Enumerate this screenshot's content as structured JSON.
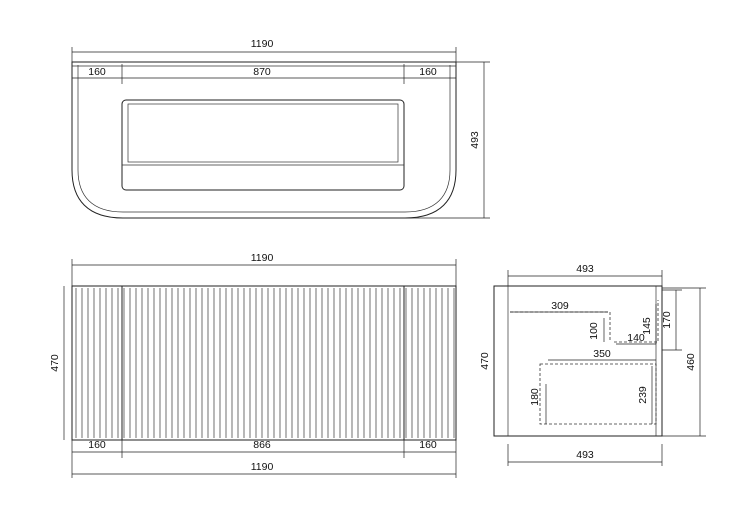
{
  "top_view": {
    "overall_width": "1190",
    "left_side": "160",
    "center": "870",
    "right_side": "160",
    "depth": "493"
  },
  "front_view": {
    "overall_width_top": "1190",
    "height": "470",
    "left_panel": "160",
    "center_panel": "866",
    "right_panel": "160",
    "overall_width_bottom": "1190"
  },
  "side_view": {
    "depth_top": "493",
    "drawer_depth": "309",
    "cutout_height": "100",
    "top_right_height": "145",
    "right_height": "170",
    "cutout_width": "140",
    "lower_width": "350",
    "left_height": "470",
    "right_overall_height": "460",
    "lower_left_height": "180",
    "lower_right_height": "239",
    "depth_bottom": "493"
  }
}
